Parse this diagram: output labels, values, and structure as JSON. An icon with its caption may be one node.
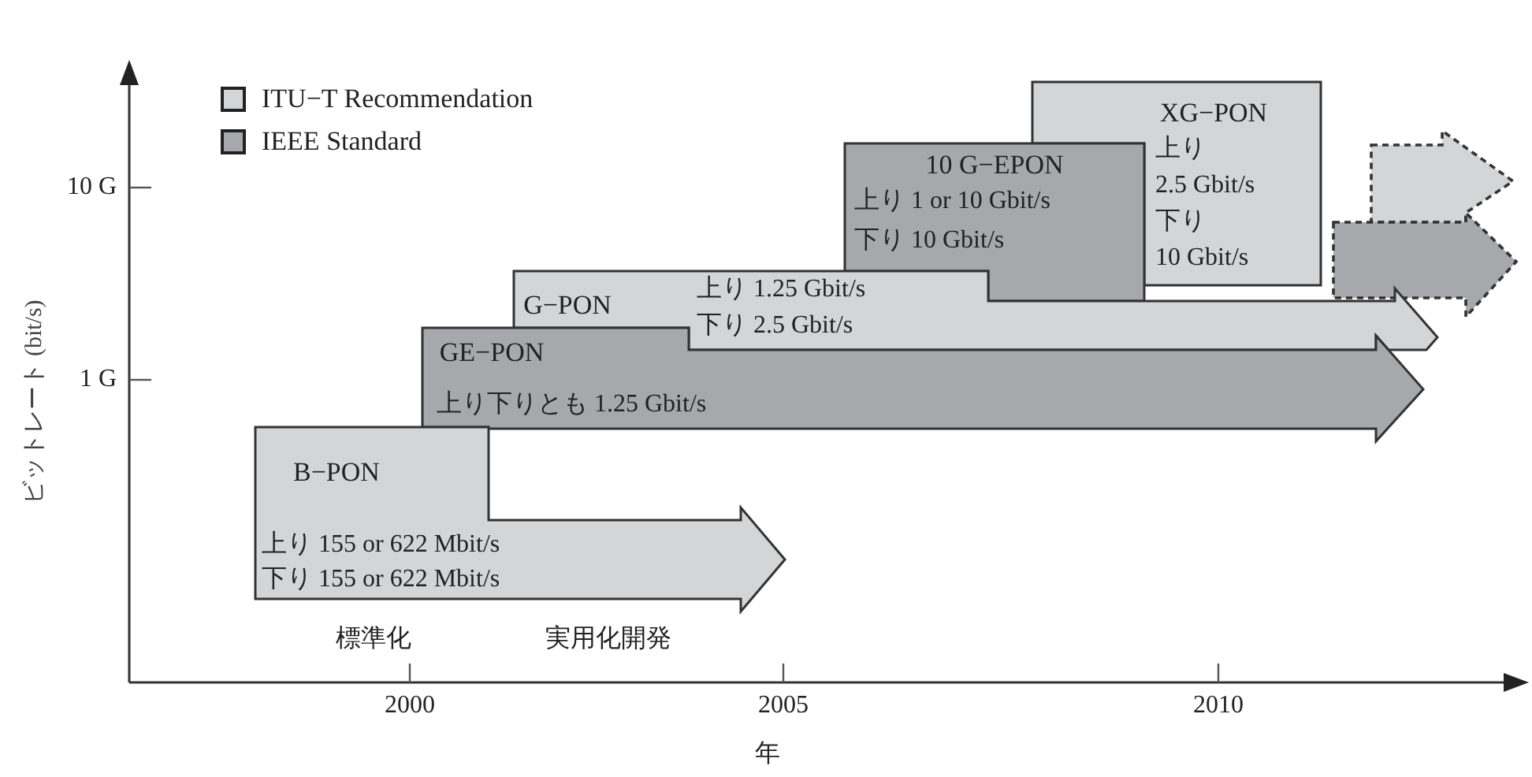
{
  "diagram": {
    "nodes": [
      {
        "text": [
          "B−PON",
          "上り 155 or 622 Mbit/s",
          "下り 155 or 622 Mbit/s"
        ],
        "beside": [
          "標準化",
          "実用化開発"
        ]
      },
      {
        "text": [
          "GE−PON",
          "上り下りとも 1.25 Gbit/s"
        ]
      },
      {
        "text": [
          "G−PON",
          "上り 1.25 Gbit/s",
          "下り 2.5 Gbit/s"
        ]
      },
      {
        "text": [
          "10 G−EPON",
          "上り 1 or 10 Gbit/s",
          "下り 10 Gbit/s"
        ]
      },
      {
        "text": [
          "XG−PON",
          "上り",
          "2.5 Gbit/s",
          "下り",
          "10 Gbit/s"
        ]
      },
      {
        "text": [],
        "shape": "arrow"
      },
      {
        "text": [],
        "shape": "arrow"
      }
    ],
    "edges": [],
    "labels": [
      "10 G",
      "1 G",
      "ビットレート (bit/s)",
      "2000",
      "2005",
      "2010",
      "年"
    ],
    "legend": [
      {
        "text": "ITU−T Recommendation",
        "color": "#d4d5d7"
      },
      {
        "text": "IEEE  Standard",
        "color": "#a7a8ab"
      }
    ]
  }
}
